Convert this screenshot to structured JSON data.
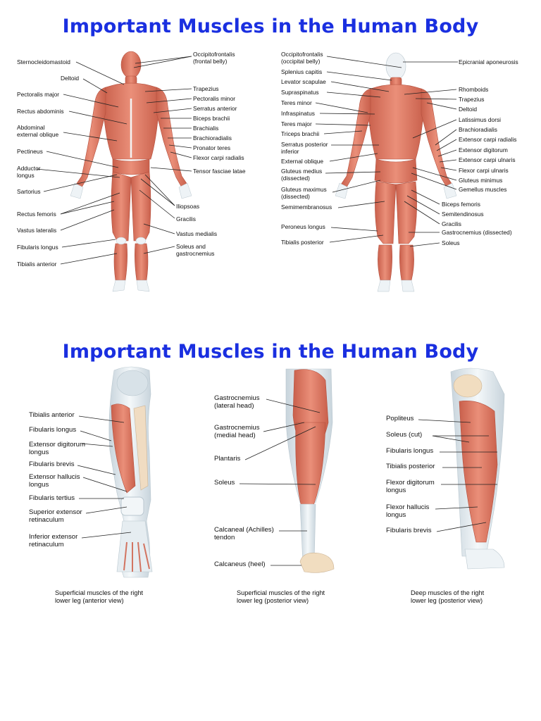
{
  "diagram1": {
    "title": "Important Muscles in the Human Body",
    "anterior_labels": [
      "Sternocleidomastoid",
      "Deltoid",
      "Pectoralis major",
      "Rectus abdominis",
      "Abdominal\nexternal oblique",
      "Pectineus",
      "Adductor\nlongus",
      "Sartorius",
      "Rectus femoris",
      "Vastus lateralis",
      "Fibularis longus",
      "Tibialis anterior",
      "Occipitofrontalis\n(frontal belly)",
      "Trapezius",
      "Pectoralis minor",
      "Serratus anterior",
      "Biceps brachii",
      "Brachialis",
      "Brachioradialis",
      "Pronator teres",
      "Flexor carpi radialis",
      "Tensor fasciae latae",
      "Iliopsoas",
      "Gracilis",
      "Vastus medialis",
      "Soleus and\ngastrocnemius"
    ],
    "posterior_labels": [
      "Occipitofrontalis\n(occipital belly)",
      "Splenius capitis",
      "Levator scapulae",
      "Supraspinatus",
      "Teres minor",
      "Infraspinatus",
      "Teres major",
      "Triceps brachii",
      "Serratus posterior\ninferior",
      "External oblique",
      "Gluteus medius\n(dissected)",
      "Gluteus maximus\n(dissected)",
      "Semimembranosus",
      "Peroneus longus",
      "Tibialis posterior",
      "Epicranial aponeurosis",
      "Rhomboids",
      "Trapezius",
      "Deltoid",
      "Latissimus dorsi",
      "Brachioradialis",
      "Extensor carpi radialis",
      "Extensor digitorum",
      "Extensor carpi ulnaris",
      "Flexor carpi ulnaris",
      "Gluteus minimus",
      "Gemellus muscles",
      "Biceps femoris",
      "Semitendinosus",
      "Gracilis",
      "Gastrocnemius (dissected)",
      "Soleus"
    ]
  },
  "diagram2": {
    "title": "Important Muscles in the Human Body",
    "leg1_labels": [
      "Tibialis anterior",
      "Fibularis longus",
      "Extensor digitorum\nlongus",
      "Fibularis brevis",
      "Extensor hallucis\nlongus",
      "Fibularis tertius",
      "Superior extensor\nretinaculum",
      "Inferior extensor\nretinaculum"
    ],
    "leg2_labels": [
      "Gastrocnemius\n(lateral head)",
      "Gastrocnemius\n(medial head)",
      "Plantaris",
      "Soleus",
      "Calcaneal (Achilles)\ntendon",
      "Calcaneus (heel)"
    ],
    "leg3_labels": [
      "Popliteus",
      "Soleus (cut)",
      "Fibularis longus",
      "Tibialis posterior",
      "Flexor digitorum\nlongus",
      "Flexor hallucis\nlongus",
      "Fibularis brevis"
    ],
    "captions": [
      "Superficial muscles of the right\nlower leg (anterior view)",
      "Superficial muscles of the right\nlower leg (posterior view)",
      "Deep muscles of the right\nlower leg (posterior view)"
    ]
  },
  "colors": {
    "title": "#1a2fe0",
    "muscle": "#e0806b",
    "muscle_dark": "#c25a47",
    "tendon": "#e8eef2",
    "bone": "#f1ddc0"
  }
}
